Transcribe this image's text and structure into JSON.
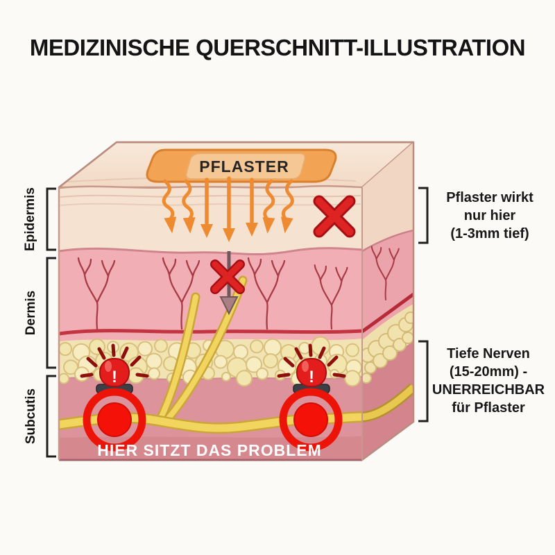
{
  "title": "MEDIZINISCHE QUERSCHNITT-ILLUSTRATION",
  "diagram": {
    "plaster_label": "PFLASTER",
    "layer_labels": [
      "Epidermis",
      "Dermis",
      "Subcutis"
    ],
    "annotation_right_top": "Pflaster wirkt\nnur hier\n(1-3mm tief)",
    "annotation_right_bottom": "Tiefe Nerven\n(15-20mm) -\nUNERREICHBAR\nfür Pflaster",
    "bottom_caption": "HIER SITZT DAS PROBLEM",
    "alarm_mark": "!",
    "colors": {
      "plaster_orange": "#F2A353",
      "arrow_orange": "#EE8A30",
      "alert_red": "#DD2423",
      "siren_red": "#E31C1C",
      "nerve_yellow": "#F2D55F",
      "epidermis_peach": "#F6E2D1",
      "dermis_pink": "#F1AEB5",
      "fat_cream": "#F1E3B4",
      "subcutis_mauve": "#DD939B",
      "vessel_red": "#A83A44"
    }
  }
}
